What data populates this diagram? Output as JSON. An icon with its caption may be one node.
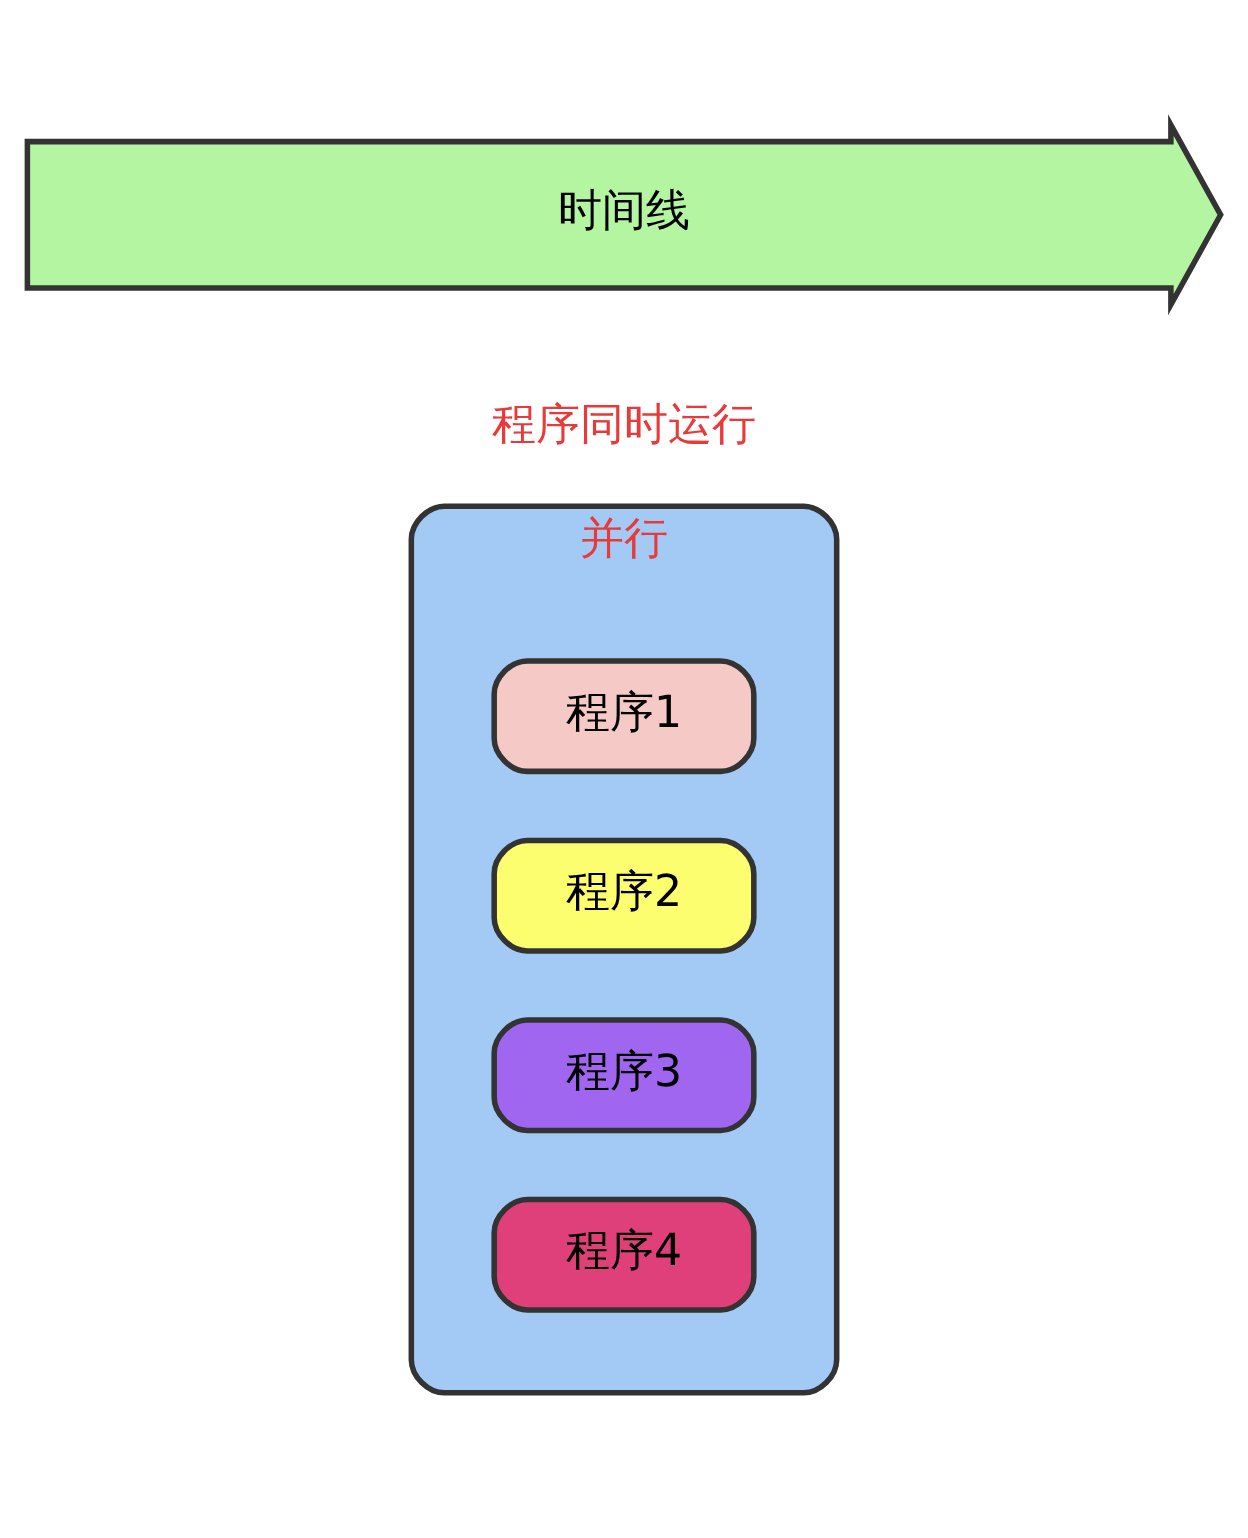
{
  "diagram": {
    "nodes": [
      {
        "text": [
          "时间线"
        ]
      },
      {
        "text": [
          "并行"
        ]
      },
      {
        "text": [
          "程序1"
        ],
        "in": 1
      },
      {
        "text": [
          "程序2"
        ],
        "in": 1
      },
      {
        "text": [
          "程序3"
        ],
        "in": 1
      },
      {
        "text": [
          "程序4"
        ],
        "in": 1
      }
    ],
    "edges": [],
    "labels": [
      "程序同时运行"
    ]
  }
}
